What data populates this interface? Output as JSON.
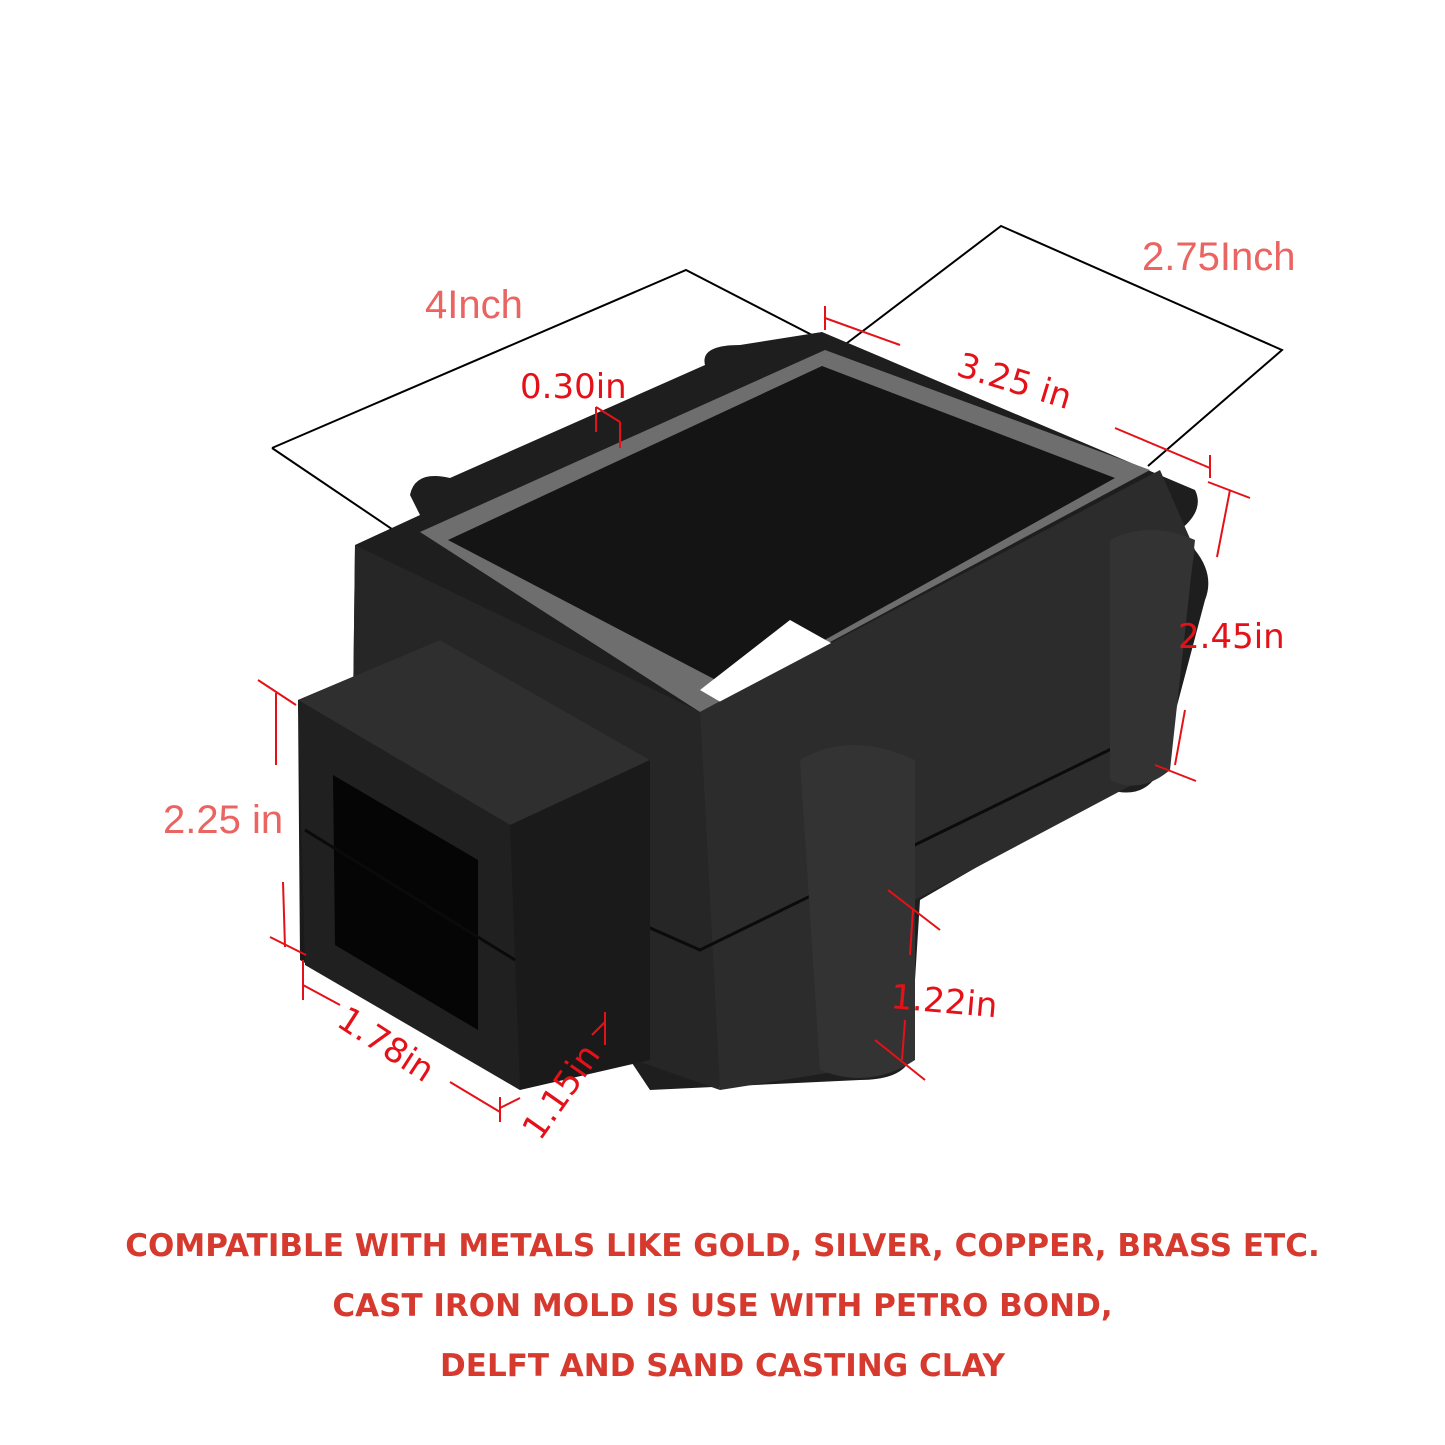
{
  "product": {
    "name": "Cast iron sand casting flask mold",
    "colors": {
      "body": "#1b1b1b",
      "rim": "#6f6f6f",
      "dimension_light": "#ea6461",
      "dimension_bold": "#e41218",
      "caption": "#d63a2f",
      "outline": "#000000"
    }
  },
  "dimensions": {
    "overall_length": "4Inch",
    "overall_width": "2.75Inch",
    "wall_thickness": "0.30in",
    "inner_length": "3.25 in",
    "height": "2.45in",
    "sprue_height": "2.25 in",
    "sprue_width": "1.78in",
    "sprue_depth": "1.15in",
    "lug_width": "1.22in"
  },
  "captions": [
    "COMPATIBLE WITH METALS LIKE GOLD, SILVER, COPPER, BRASS ETC.",
    "CAST IRON MOLD IS USE WITH PETRO BOND,",
    "DELFT AND SAND CASTING CLAY"
  ]
}
